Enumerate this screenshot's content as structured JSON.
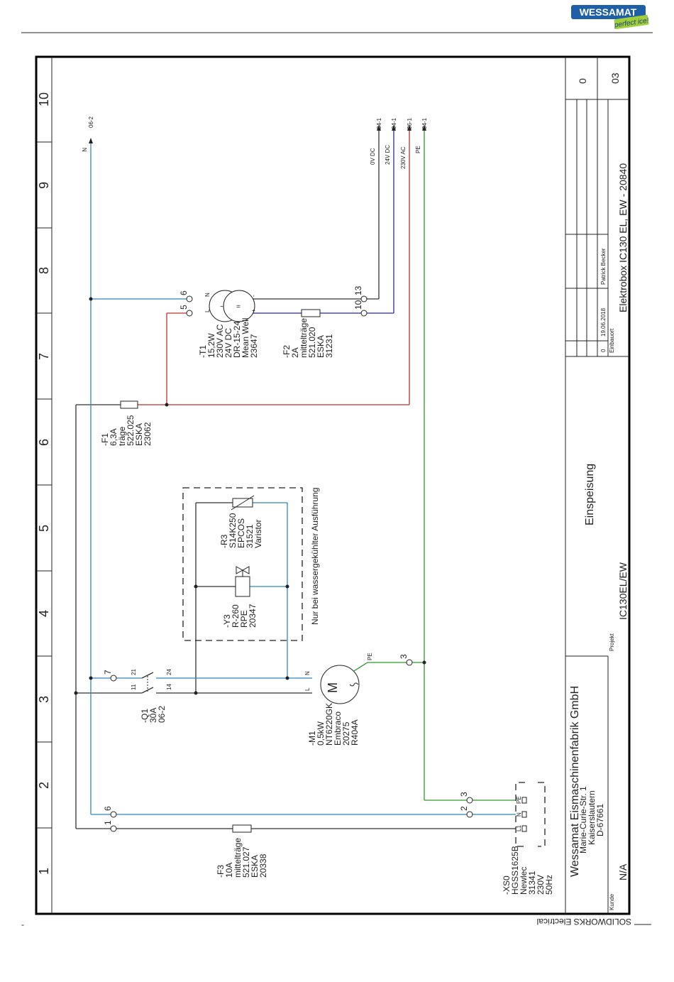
{
  "logo": {
    "brand": "WESSAMAT",
    "tagline": "perfect ice!"
  },
  "ruler": {
    "numbers": [
      "1",
      "2",
      "3",
      "4",
      "5",
      "6",
      "7",
      "8",
      "9",
      "10"
    ]
  },
  "colors": {
    "neutral": "#2f86bf",
    "line": "#c0302b",
    "pe": "#2e9a2e",
    "dc": "#2a2a8a",
    "wire": "#333333"
  },
  "components": {
    "f3": [
      "-F3",
      "10A",
      "mittelträge",
      "521.027",
      "ESKA",
      "20338"
    ],
    "xs0": [
      "-XS0",
      "HGSS1625B",
      "Newlec",
      "31341",
      "230V",
      "50Hz"
    ],
    "m1": [
      "-M1",
      "0,5kW",
      "NT6220GK",
      "Embraco",
      "20275",
      "R404A"
    ],
    "q1": [
      "-Q1",
      "30A",
      "06-2"
    ],
    "y3": [
      "-Y3",
      "R-260",
      "RPE",
      "20347"
    ],
    "r3": [
      "-R3",
      "S14K250",
      "EPCOS",
      "31521",
      "Varistor"
    ],
    "f1": [
      "-F1",
      "6,3A",
      "träge",
      "522.025",
      "ESKA",
      "23062"
    ],
    "t1": [
      "-T1",
      "15,2W",
      "230V AC",
      "24V DC",
      "DR-15-24",
      "Mean Well",
      "23647"
    ],
    "f2": [
      "-F2",
      "2A",
      "mittelträge",
      "521.020",
      "ESKA",
      "31231"
    ]
  },
  "terminals": {
    "xs0_l1": "1",
    "xs0_n": "6",
    "pe_top": "3",
    "pe_lower": "2",
    "sw_7": "7",
    "sw_21": "21",
    "sw_24": "24",
    "sw_11": "11",
    "sw_14": "14",
    "motor_pe": "3",
    "t1_5": "5",
    "t1_6": "6",
    "t1_10": "10",
    "t1_13": "13"
  },
  "labels": {
    "plug_pe": "PE",
    "plug_n": "N",
    "plug_l1": "L1",
    "motor_n": "N",
    "motor_l": "L",
    "motor_pe": "PE",
    "motor_symbol": "M",
    "t1_n": "N",
    "t1_l": "L",
    "t1_minus": "-",
    "t1_plus": "+",
    "water_cooled": "Nur bei wassergekühlter Ausführung",
    "n_out": "N",
    "n_ref": "06-2"
  },
  "outputs": [
    {
      "signal": "0V DC",
      "ref": "04-1"
    },
    {
      "signal": "24V DC",
      "ref": "04-1"
    },
    {
      "signal": "230V AC",
      "ref": "06-1"
    },
    {
      "signal": "PE",
      "ref": "04-1"
    }
  ],
  "titleblock": {
    "company": "Wessamat Eismaschinenfabrik GmbH",
    "street": "Marie-Curie-Str. 1",
    "city": "Kaiserslautern",
    "zip": "D-67661",
    "kunde_label": "Kunde",
    "kunde": "N/A",
    "projekt_label": "Projekt",
    "projekt": "IC130EL/EW",
    "sheet_title": "Einspeisung",
    "einbauort_label": "Einbauort",
    "rev_index": "0",
    "rev_date": "19.06.2018",
    "rev_author": "Patrick Becker",
    "drawing": "Elektrobox IC130 EL, EW - 20840",
    "rev": "0",
    "sheet": "03"
  },
  "footer": {
    "software": "SOLIDWORKS Electrical",
    "mark": "-"
  }
}
